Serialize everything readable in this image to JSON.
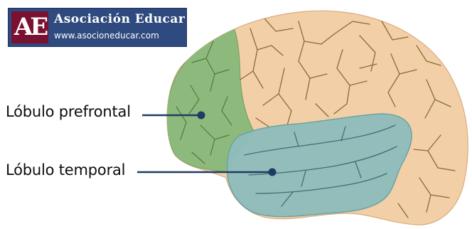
{
  "logo": {
    "mark": "AE",
    "name": "Asociación Educar",
    "url": "www.asocioneducar.com"
  },
  "labels": {
    "prefrontal": "Lóbulo prefrontal",
    "temporal": "Lóbulo temporal"
  },
  "colors": {
    "cortex": "#f2cfa6",
    "prefrontal": "#8dba7c",
    "temporal": "#8fbcba",
    "sulci": "#8a6a3c",
    "leader": "#1f3b63",
    "logo_bg": "#2e4a7e",
    "logo_mark": "#7b1131"
  }
}
